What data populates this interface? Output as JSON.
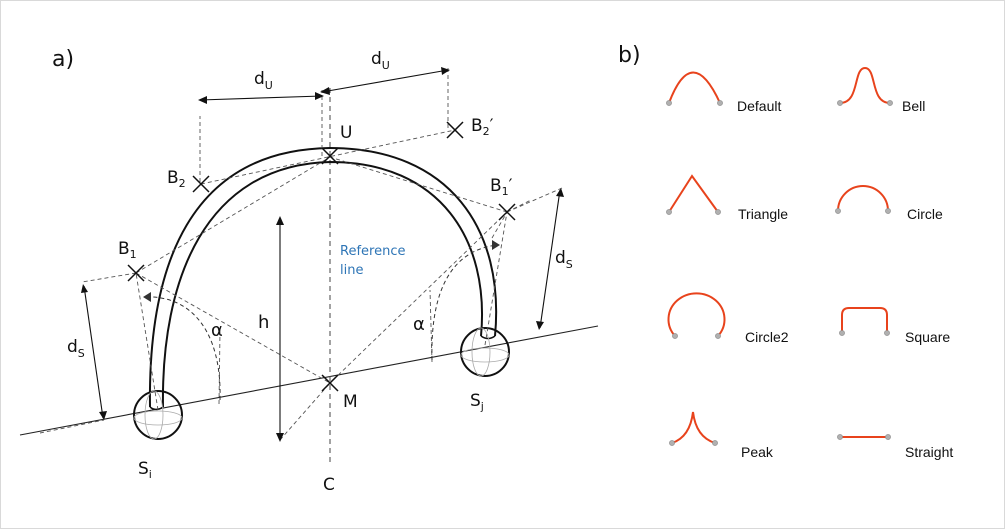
{
  "panel_a": {
    "label": "a)",
    "points": {
      "U": "U",
      "M": "M",
      "C": "C",
      "B1": "B",
      "B1_sub": "1",
      "B2": "B",
      "B2_sub": "2",
      "B1p": "B",
      "B1p_sub": "1",
      "B1p_prime": "′",
      "B2p": "B",
      "B2p_sub": "2",
      "B2p_prime": "′",
      "Si": "S",
      "Si_sub": "i",
      "Sj": "S",
      "Sj_sub": "j"
    },
    "dims": {
      "dU": "d",
      "dU_sub": "U",
      "dS": "d",
      "dS_sub": "S",
      "h": "h",
      "alpha": "α"
    },
    "reference_line": [
      "Reference",
      "line"
    ]
  },
  "panel_b": {
    "label": "b)",
    "shapes": [
      "Default",
      "Bell",
      "Triangle",
      "Circle",
      "Circle2",
      "Square",
      "Peak",
      "Straight"
    ],
    "curve_color": "#e8431c"
  }
}
